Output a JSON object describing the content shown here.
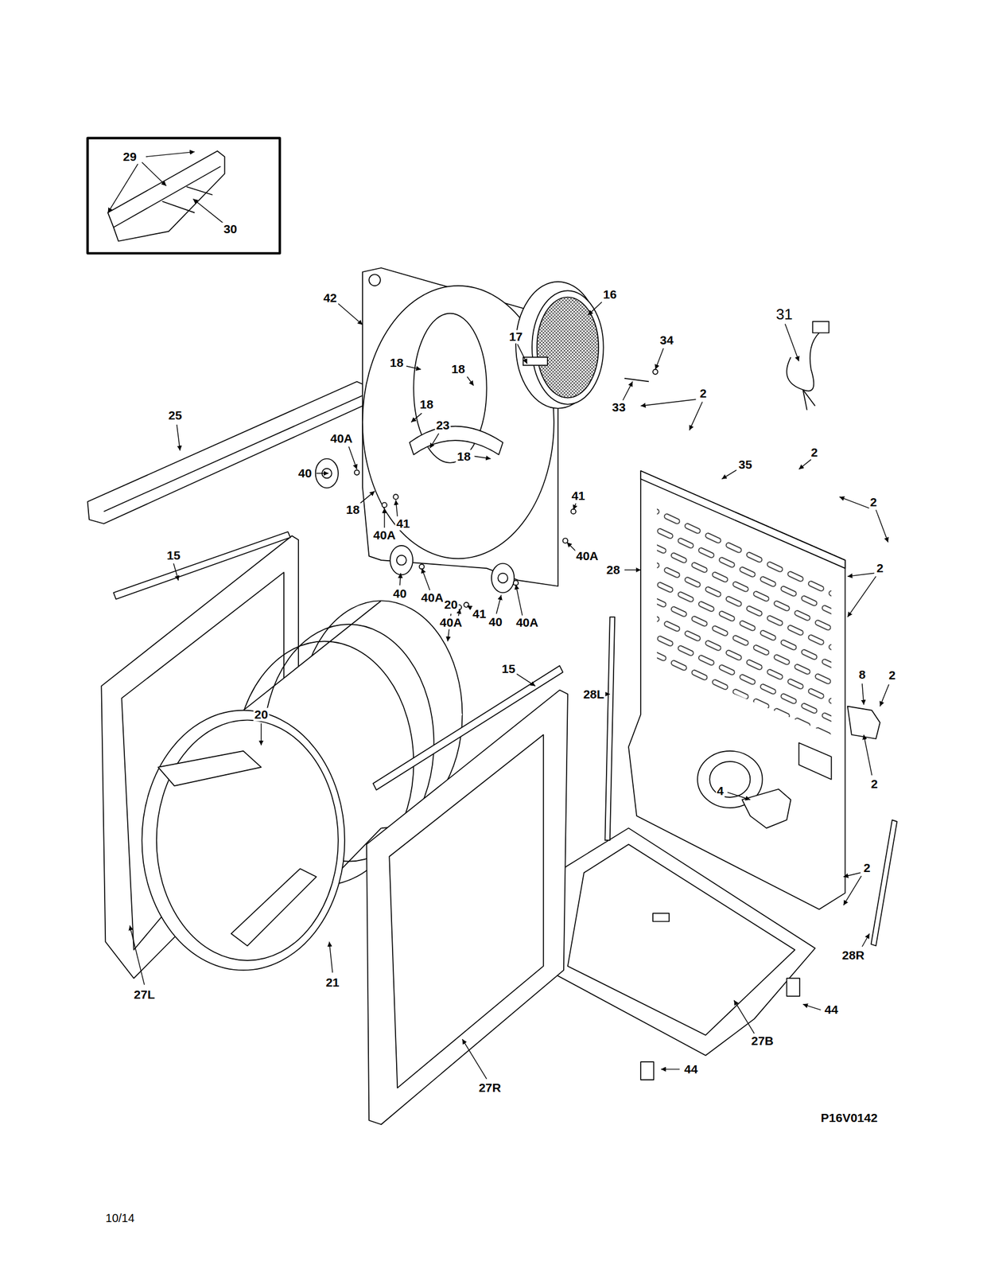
{
  "diagram": {
    "labels": [
      "29",
      "30",
      "42",
      "16",
      "31",
      "17",
      "34",
      "18",
      "18",
      "2",
      "18",
      "33",
      "25",
      "23",
      "40A",
      "18",
      "35",
      "2",
      "40",
      "41",
      "2",
      "18",
      "41",
      "40A",
      "15",
      "40A",
      "2",
      "28",
      "40",
      "40A",
      "20",
      "41",
      "40",
      "40A",
      "40A",
      "15",
      "8",
      "2",
      "28L",
      "20",
      "2",
      "4",
      "2",
      "28R",
      "21",
      "27L",
      "44",
      "27B",
      "44",
      "27R",
      "P16V0142",
      "10/14"
    ]
  }
}
